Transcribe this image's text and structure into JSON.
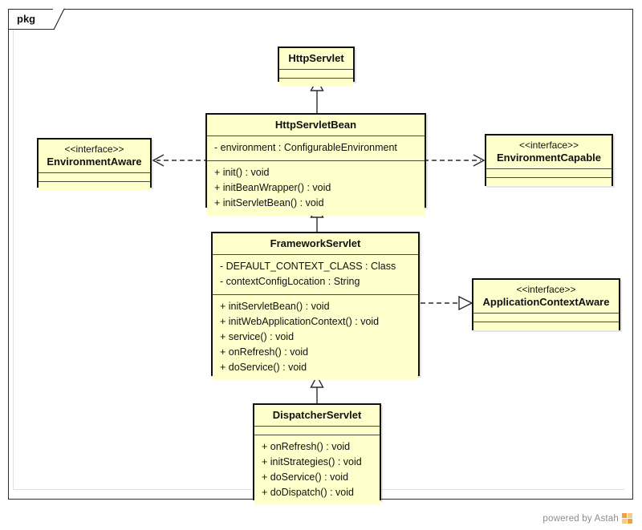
{
  "diagram": {
    "package_label": "pkg",
    "watermark": "powered by Astah",
    "colors": {
      "class_fill": "#ffffcc",
      "class_border": "#111111",
      "frame_border": "#2b2b2b",
      "connector": "#3a3a3a",
      "watermark_text": "#8c8c8c",
      "logo_accent": "#f0a03c"
    }
  },
  "classes": {
    "http_servlet": {
      "name": "HttpServlet",
      "stereotype": "",
      "attributes": [],
      "operations": []
    },
    "http_servlet_bean": {
      "name": "HttpServletBean",
      "stereotype": "",
      "attributes": [
        "- environment : ConfigurableEnvironment"
      ],
      "operations": [
        "+ init() : void",
        "+ initBeanWrapper() : void",
        "+ initServletBean() : void"
      ]
    },
    "framework_servlet": {
      "name": "FrameworkServlet",
      "stereotype": "",
      "attributes": [
        "- DEFAULT_CONTEXT_CLASS : Class",
        "- contextConfigLocation : String"
      ],
      "operations": [
        "+ initServletBean() : void",
        "+ initWebApplicationContext() : void",
        "+ service() : void",
        "+ onRefresh() : void",
        "+ doService() : void"
      ]
    },
    "dispatcher_servlet": {
      "name": "DispatcherServlet",
      "stereotype": "",
      "attributes": [],
      "operations": [
        "+ onRefresh() : void",
        "+ initStrategies() : void",
        "+ doService() : void",
        "+ doDispatch() : void"
      ]
    },
    "environment_aware": {
      "name": "EnvironmentAware",
      "stereotype": "<<interface>>",
      "attributes": [],
      "operations": []
    },
    "environment_capable": {
      "name": "EnvironmentCapable",
      "stereotype": "<<interface>>",
      "attributes": [],
      "operations": []
    },
    "application_context_aware": {
      "name": "ApplicationContextAware",
      "stereotype": "<<interface>>",
      "attributes": [],
      "operations": []
    }
  },
  "relations": [
    {
      "id": "gen-bean-to-servlet",
      "type": "generalization",
      "from": "HttpServletBean",
      "to": "HttpServlet"
    },
    {
      "id": "gen-framework-to-bean",
      "type": "generalization",
      "from": "FrameworkServlet",
      "to": "HttpServletBean"
    },
    {
      "id": "gen-dispatcher-to-framework",
      "type": "generalization",
      "from": "DispatcherServlet",
      "to": "FrameworkServlet"
    },
    {
      "id": "dep-bean-to-envaware",
      "type": "dependency",
      "from": "HttpServletBean",
      "to": "EnvironmentAware"
    },
    {
      "id": "dep-bean-to-envcapable",
      "type": "dependency",
      "from": "HttpServletBean",
      "to": "EnvironmentCapable"
    },
    {
      "id": "real-framework-to-appctxaware",
      "type": "realization",
      "from": "FrameworkServlet",
      "to": "ApplicationContextAware"
    }
  ]
}
